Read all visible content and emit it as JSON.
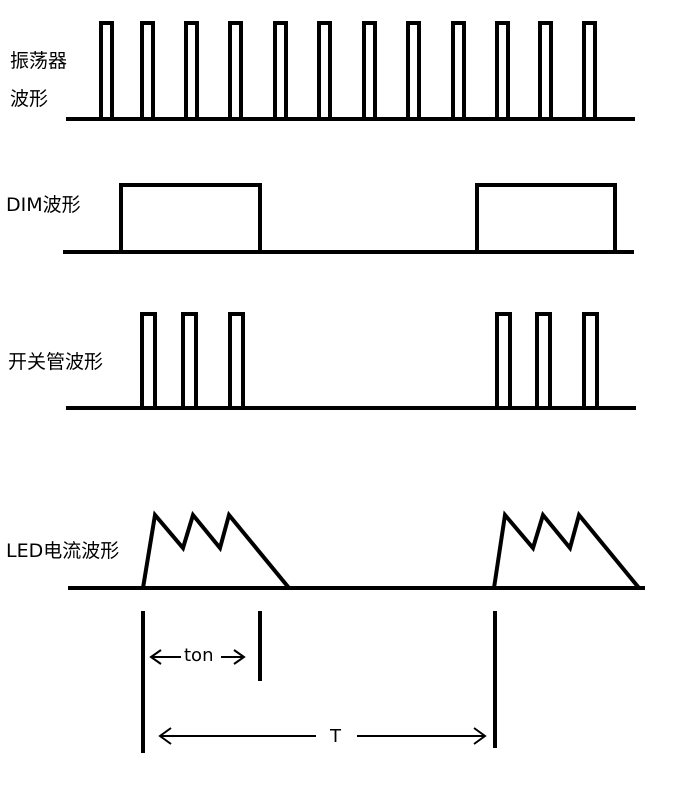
{
  "labels": {
    "oscillator_line1": "振荡器",
    "oscillator_line2": "波形",
    "dim": "DIM波形",
    "switch": "开关管波形",
    "led": "LED电流波形"
  },
  "annotations": {
    "ton": "ton",
    "period": "T"
  }
}
